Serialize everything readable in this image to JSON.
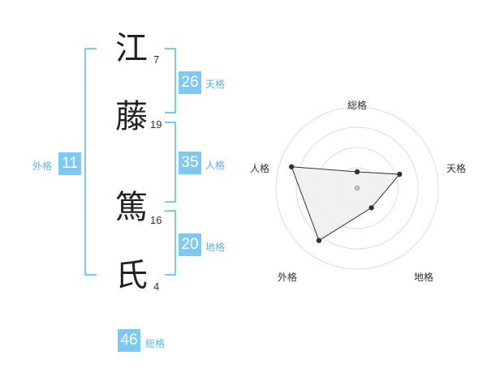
{
  "characters": [
    {
      "char": "江",
      "strokes": "7"
    },
    {
      "char": "藤",
      "strokes": "19"
    },
    {
      "char": "篤",
      "strokes": "16"
    },
    {
      "char": "氏",
      "strokes": "4"
    }
  ],
  "fortunes": {
    "tenkaku": {
      "value": "26",
      "label": "天格"
    },
    "jinkaku": {
      "value": "35",
      "label": "人格"
    },
    "chikaku": {
      "value": "20",
      "label": "地格"
    },
    "gaikaku": {
      "value": "11",
      "label": "外格"
    },
    "soukaku": {
      "value": "46",
      "label": "総格"
    }
  },
  "chart_data": {
    "type": "radar",
    "axes": [
      "総格",
      "天格",
      "地格",
      "外格",
      "人格"
    ],
    "values": [
      0.2,
      0.55,
      0.3,
      0.8,
      0.85
    ],
    "range": [
      0,
      1
    ],
    "grid_rings": 4,
    "colors": {
      "fill": "#eeeeee",
      "line": "#333333",
      "grid": "#dddddd",
      "center": "#bbbbbb"
    }
  }
}
